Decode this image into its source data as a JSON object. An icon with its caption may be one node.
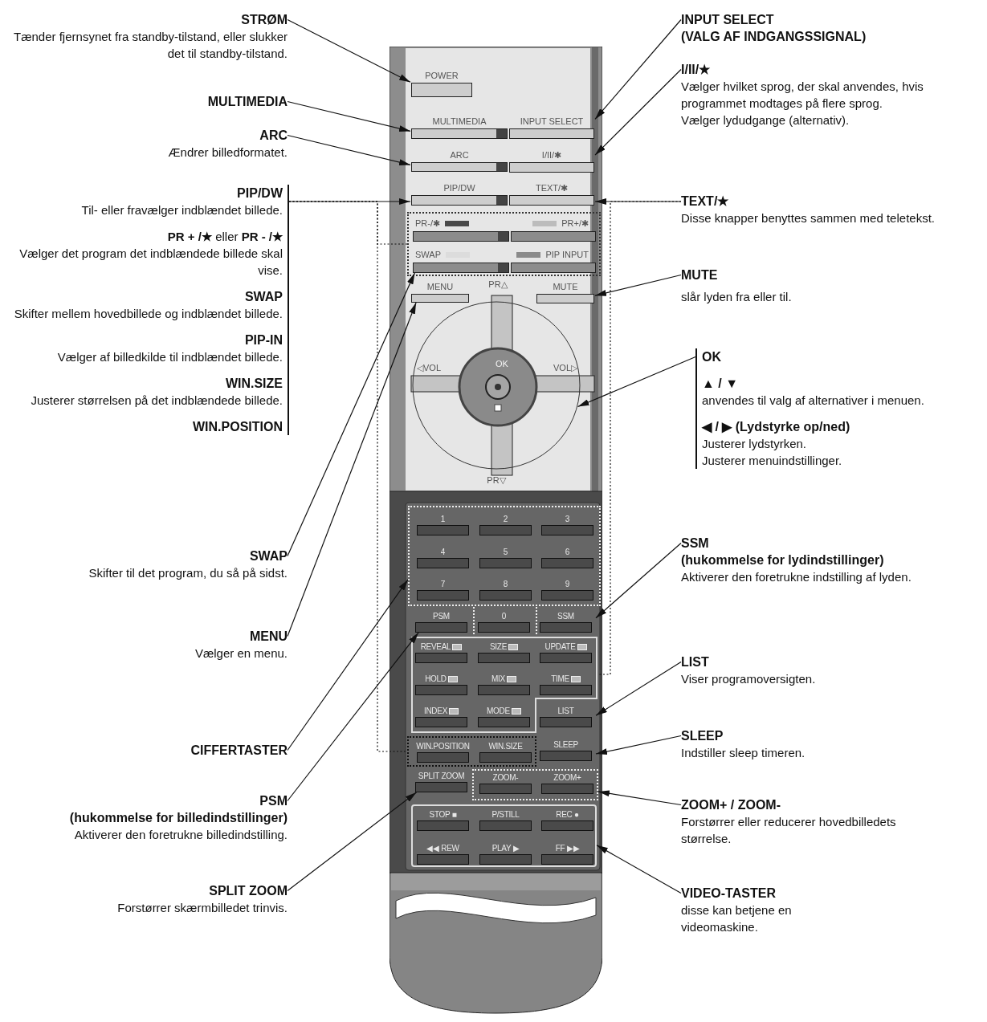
{
  "diagram": {
    "nodes": [
      {
        "text": [
          "STRØM",
          "Tænder fjernsynet fra standby-tilstand, eller slukker det til standby-tilstand."
        ]
      },
      {
        "text": [
          "MULTIMEDIA"
        ]
      },
      {
        "text": [
          "ARC",
          "Ændrer billedformatet."
        ]
      },
      {
        "text": [
          "PIP/DW",
          "Til- eller fravælger indblændet billede.",
          "**PR + /★** eller **PR - /★**",
          "Vælger det program det indblændede billede skal vise.",
          "SWAP",
          "Skifter mellem hovedbillede og indblændet billede.",
          "PIP-IN",
          "Vælger af billedkilde til indblændet billede.",
          "WIN.SIZE",
          "Justerer størrelsen på det indblændede billede.",
          "WIN.POSITION"
        ]
      },
      {
        "text": [
          "SWAP",
          "Skifter til det program, du så på sidst."
        ]
      },
      {
        "text": [
          "MENU",
          "Vælger en menu."
        ]
      },
      {
        "text": [
          "CIFFERTASTER"
        ]
      },
      {
        "text": [
          "PSM",
          "(hukommelse for billedindstillinger)",
          "Aktiverer den foretrukne billedindstilling."
        ]
      },
      {
        "text": [
          "SPLIT ZOOM",
          "Forstørrer skærmbilledet trinvis."
        ]
      },
      {
        "text": [
          "INPUT SELECT",
          "(VALG AF INDGANGSSIGNAL)"
        ]
      },
      {
        "text": [
          "I/II/★",
          "Vælger hvilket sprog, der skal anvendes, hvis programmet modtages på flere sprog.",
          "Vælger lydudgange (alternativ)."
        ]
      },
      {
        "text": [
          "TEXT/★",
          "Disse knapper benyttes sammen med teletekst."
        ]
      },
      {
        "text": [
          "MUTE",
          "slår lyden fra eller til."
        ]
      },
      {
        "text": [
          "OK",
          "▲ / ▼",
          "anvendes til valg af alternativer i menuen.",
          "◀ / ▶ (Lydstyrke op/ned)",
          "Justerer lydstyrken.",
          "Justerer menuindstillinger."
        ]
      },
      {
        "text": [
          "SSM",
          "(hukommelse for lydindstillinger)",
          "Aktiverer den foretrukne indstilling af lyden."
        ]
      },
      {
        "text": [
          "LIST",
          "Viser programoversigten."
        ]
      },
      {
        "text": [
          "SLEEP",
          "Indstiller sleep timeren."
        ]
      },
      {
        "text": [
          "ZOOM+ / ZOOM-",
          "Forstørrer eller reducerer hovedbilledets størrelse."
        ]
      },
      {
        "text": [
          "VIDEO-TASTER",
          "disse kan betjene en videomaskine."
        ]
      },
      {
        "text": [],
        "shape": "box"
      },
      {
        "text": [
          "POWER"
        ],
        "in": 19
      },
      {
        "text": [
          "MULTIMEDIA"
        ],
        "in": 19
      },
      {
        "text": [
          "INPUT SELECT"
        ],
        "in": 19
      },
      {
        "text": [
          "ARC"
        ],
        "in": 19
      },
      {
        "text": [
          "I/II/✱"
        ],
        "in": 19
      },
      {
        "text": [
          "PIP/DW"
        ],
        "in": 19
      },
      {
        "text": [
          "TEXT/✱"
        ],
        "in": 19
      },
      {
        "text": [],
        "shape": "box",
        "in": 19
      },
      {
        "text": [
          "PR-/✱"
        ],
        "in": 27
      },
      {
        "text": [
          "PR+/✱"
        ],
        "in": 27
      },
      {
        "text": [
          "SWAP"
        ],
        "in": 27
      },
      {
        "text": [
          "PIP INPUT"
        ],
        "in": 27
      },
      {
        "text": [
          "MENU"
        ],
        "in": 19
      },
      {
        "text": [
          "MUTE"
        ],
        "in": 19
      },
      {
        "text": [
          "OK",
          "◁VOL",
          "VOL▷"
        ],
        "beside": [
          "PR△",
          "PR▽"
        ],
        "in": 19
      },
      {
        "text": [],
        "shape": "box",
        "in": 19
      },
      {
        "text": [
          "1"
        ],
        "in": 35
      },
      {
        "text": [
          "2"
        ],
        "in": 35
      },
      {
        "text": [
          "3"
        ],
        "in": 35
      },
      {
        "text": [
          "4"
        ],
        "in": 35
      },
      {
        "text": [
          "5"
        ],
        "in": 35
      },
      {
        "text": [
          "6"
        ],
        "in": 35
      },
      {
        "text": [
          "7"
        ],
        "in": 35
      },
      {
        "text": [
          "8"
        ],
        "in": 35
      },
      {
        "text": [
          "9"
        ],
        "in": 35
      },
      {
        "text": [
          "PSM"
        ],
        "in": 19
      },
      {
        "text": [
          "0"
        ],
        "in": 19
      },
      {
        "text": [
          "SSM"
        ],
        "in": 19
      },
      {
        "text": [],
        "shape": "box",
        "in": 19
      },
      {
        "text": [
          "REVEAL"
        ],
        "in": 48
      },
      {
        "text": [
          "SIZE"
        ],
        "in": 48
      },
      {
        "text": [
          "UPDATE"
        ],
        "in": 48
      },
      {
        "text": [
          "HOLD"
        ],
        "in": 48
      },
      {
        "text": [
          "MIX"
        ],
        "in": 48
      },
      {
        "text": [
          "TIME"
        ],
        "in": 48
      },
      {
        "text": [
          "INDEX"
        ],
        "in": 48
      },
      {
        "text": [
          "MODE"
        ],
        "in": 48
      },
      {
        "text": [
          "LIST"
        ],
        "in": 19
      },
      {
        "text": [],
        "shape": "box",
        "in": 19
      },
      {
        "text": [
          "WIN.POSITION"
        ],
        "in": 58
      },
      {
        "text": [
          "WIN.SIZE"
        ],
        "in": 58
      },
      {
        "text": [
          "SLEEP"
        ],
        "in": 19
      },
      {
        "text": [
          "SPLIT ZOOM"
        ],
        "in": 19
      },
      {
        "text": [],
        "shape": "box",
        "in": 19
      },
      {
        "text": [
          "ZOOM-"
        ],
        "in": 63
      },
      {
        "text": [
          "ZOOM+"
        ],
        "in": 63
      },
      {
        "text": [],
        "shape": "box",
        "in": 19
      },
      {
        "text": [
          "STOP ■"
        ],
        "in": 66
      },
      {
        "text": [
          "P/STILL"
        ],
        "in": 66
      },
      {
        "text": [
          "REC ●"
        ],
        "in": 66
      },
      {
        "text": [
          "◀◀ REW"
        ],
        "in": 66
      },
      {
        "text": [
          "PLAY ▶"
        ],
        "in": 66
      },
      {
        "text": [
          "FF ▶▶"
        ],
        "in": 66
      }
    ],
    "edges": [
      {
        "from": 0,
        "to": 20,
        "arrow": "to"
      },
      {
        "from": 1,
        "to": 21,
        "arrow": "to"
      },
      {
        "from": 2,
        "to": 23,
        "arrow": "to"
      },
      {
        "from": 3,
        "to": 25,
        "arrow": "to"
      },
      {
        "from": 3,
        "to": 27,
        "arrow": "none",
        "style": "dashed"
      },
      {
        "from": 3,
        "to": 58,
        "arrow": "none",
        "style": "dashed"
      },
      {
        "from": 4,
        "to": 30,
        "arrow": "to"
      },
      {
        "from": 5,
        "to": 32,
        "arrow": "to"
      },
      {
        "from": 6,
        "to": 35,
        "arrow": "to"
      },
      {
        "from": 7,
        "to": 45,
        "arrow": "to"
      },
      {
        "from": 8,
        "to": 62,
        "arrow": "to"
      },
      {
        "from": 9,
        "to": 22,
        "arrow": "to"
      },
      {
        "from": 10,
        "to": 24,
        "arrow": "to"
      },
      {
        "from": 11,
        "to": 26,
        "arrow": "to"
      },
      {
        "from": 11,
        "to": 48,
        "arrow": "none",
        "style": "dashed"
      },
      {
        "from": 12,
        "to": 33,
        "arrow": "to"
      },
      {
        "from": 13,
        "to": 34,
        "arrow": "to"
      },
      {
        "from": 14,
        "to": 47,
        "arrow": "to"
      },
      {
        "from": 15,
        "to": 57,
        "arrow": "to"
      },
      {
        "from": 16,
        "to": 61,
        "arrow": "to"
      },
      {
        "from": 17,
        "to": 63,
        "arrow": "to"
      },
      {
        "from": 18,
        "to": 66,
        "arrow": "to"
      }
    ]
  }
}
